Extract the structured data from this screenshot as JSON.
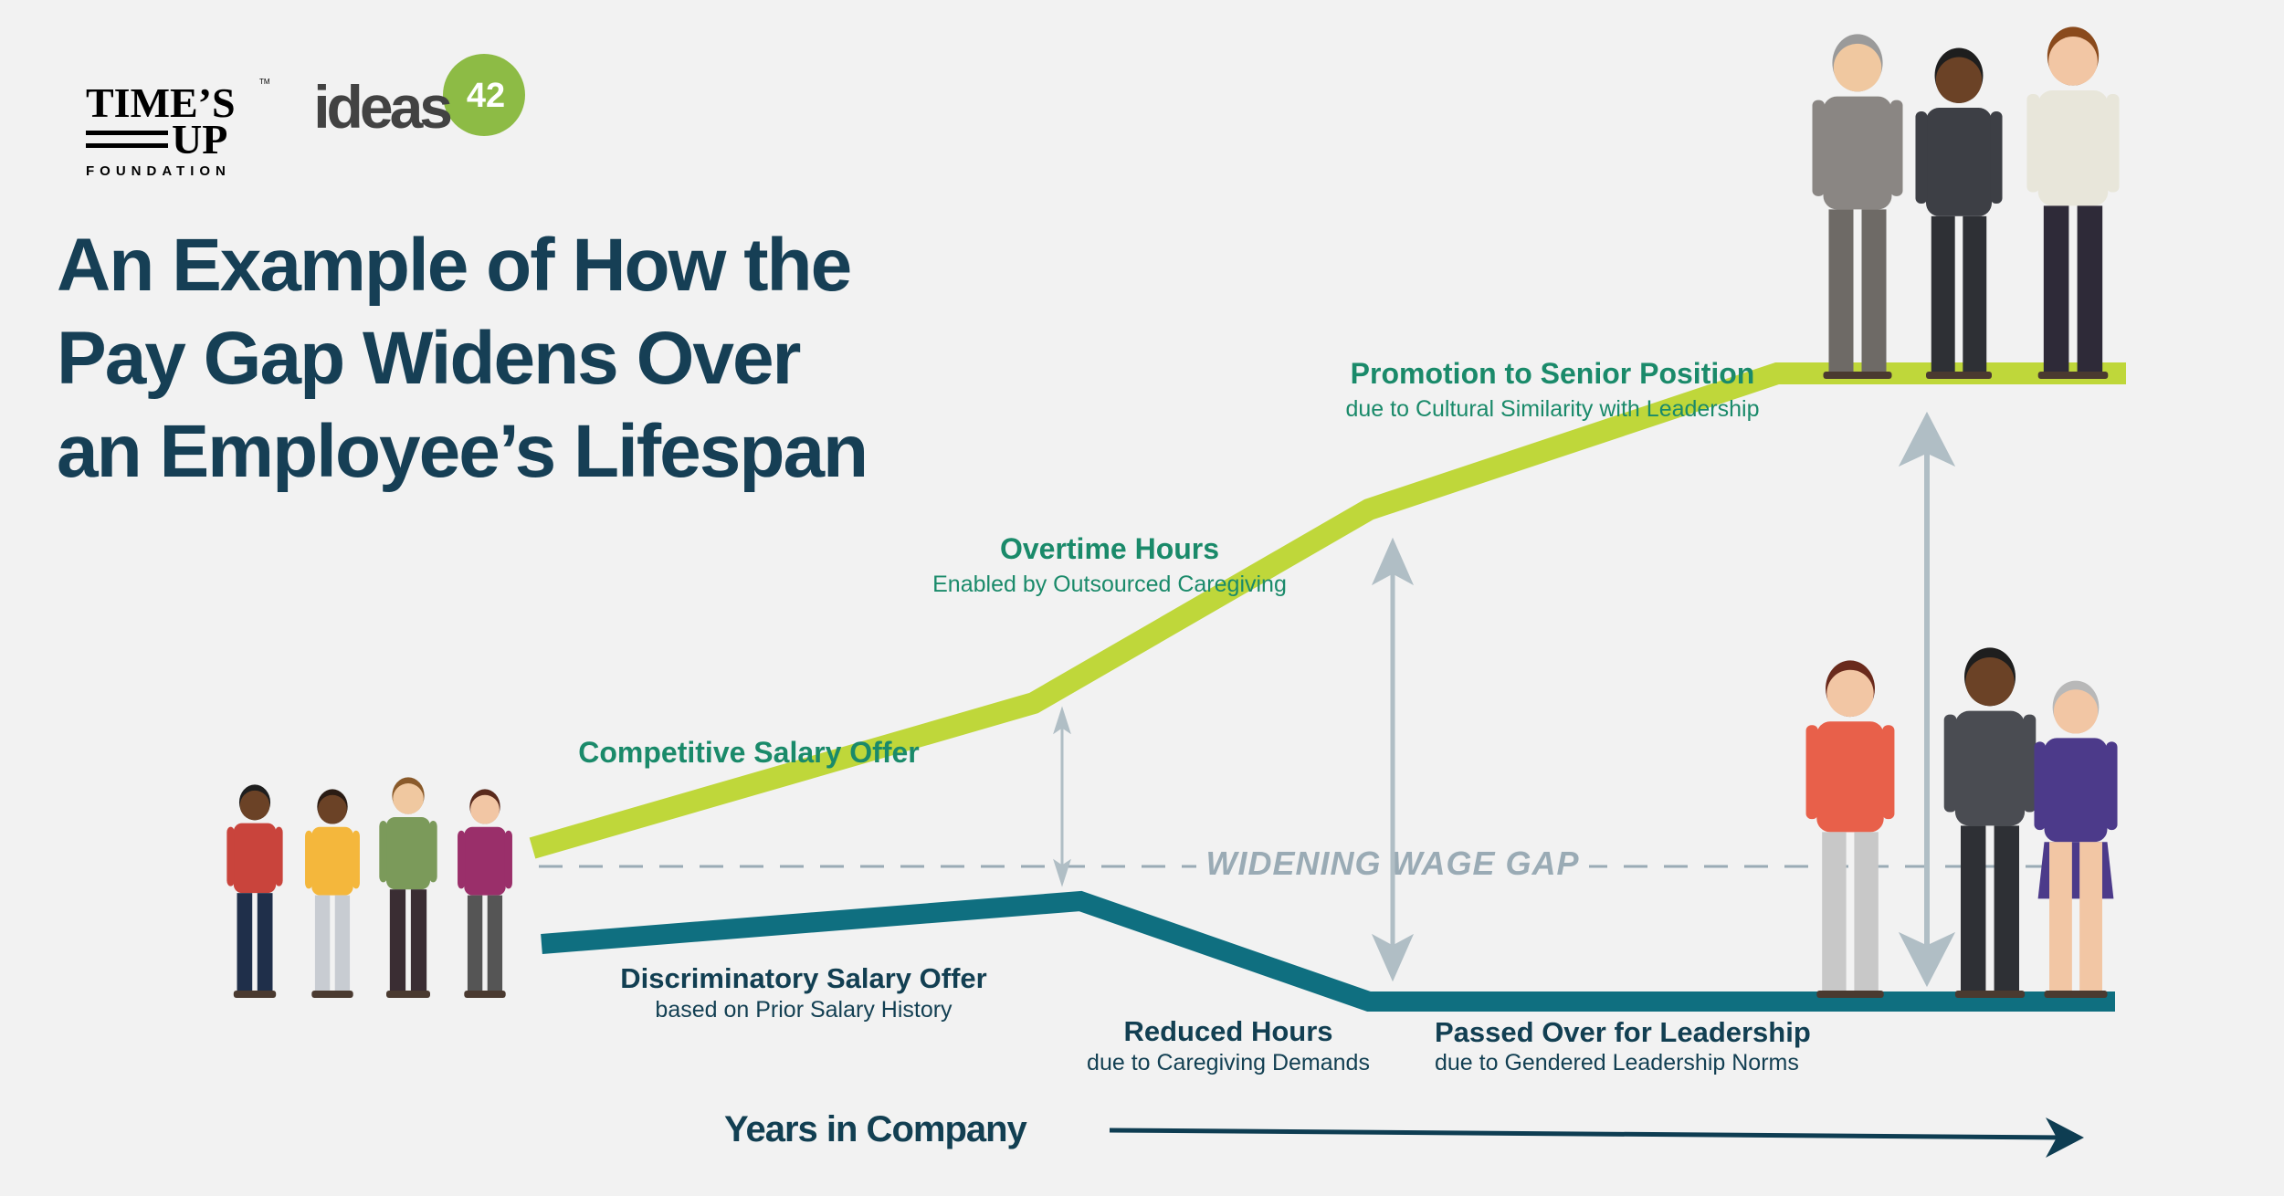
{
  "logos": {
    "timesup": {
      "line1": "TIME’S",
      "line2": "UP",
      "line3": "FOUNDATION",
      "tm": "TM"
    },
    "ideas42": {
      "word": "ideas",
      "number": "42"
    }
  },
  "title": {
    "lines": [
      "An Example of How the",
      "Pay Gap Widens Over",
      "an Employee’s Lifespan"
    ]
  },
  "upper_path": {
    "labels": [
      {
        "title": "Competitive Salary Offer",
        "subtitle": ""
      },
      {
        "title": "Overtime Hours",
        "subtitle": "Enabled by Outsourced Caregiving"
      },
      {
        "title": "Promotion to Senior Position",
        "subtitle": "due to Cultural Similarity with Leadership"
      }
    ]
  },
  "lower_path": {
    "labels": [
      {
        "title": "Discriminatory Salary Offer",
        "subtitle": "based on Prior Salary History"
      },
      {
        "title": "Reduced Hours",
        "subtitle": "due to Caregiving Demands"
      },
      {
        "title": "Passed Over for Leadership",
        "subtitle": "due to Gendered Leadership Norms"
      }
    ]
  },
  "gap_label": "WIDENING WAGE GAP",
  "x_axis_label": "Years in Company",
  "colors": {
    "background": "#f2f2f2",
    "title": "#163f55",
    "upper_line": "#bfd73a",
    "upper_text": "#1a8a6a",
    "lower_line": "#0f6f80",
    "lower_text": "#123f52",
    "arrow": "#b0bec5",
    "ideas42_green": "#8dbb45"
  }
}
